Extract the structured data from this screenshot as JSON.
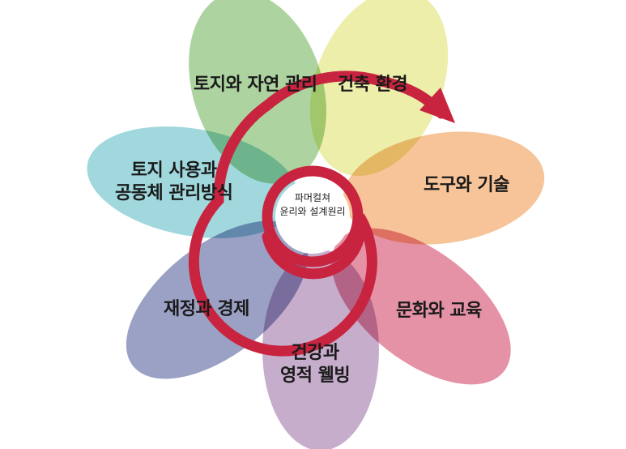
{
  "center": {
    "line1": "파머컬쳐",
    "line2": "윤리와 설계원리"
  },
  "petals": [
    {
      "id": "land-nature",
      "lines": [
        "토지와 자연 관리"
      ],
      "color": "#9fcc8f"
    },
    {
      "id": "building",
      "lines": [
        "건축 환경"
      ],
      "color": "#eaeb9b"
    },
    {
      "id": "tools",
      "lines": [
        "도구와 기술"
      ],
      "color": "#f5ba86"
    },
    {
      "id": "culture",
      "lines": [
        "문화와 교육"
      ],
      "color": "#e17f96"
    },
    {
      "id": "health",
      "lines": [
        "건강과",
        "영적 웰빙"
      ],
      "color": "#bd9fc3"
    },
    {
      "id": "finance",
      "lines": [
        "재정과 경제"
      ],
      "color": "#8990bb"
    },
    {
      "id": "land-tenure",
      "lines": [
        "토지 사용과",
        "공동체 관리방식"
      ],
      "color": "#8fd1d7"
    }
  ],
  "spiral_color": "#c8243f"
}
